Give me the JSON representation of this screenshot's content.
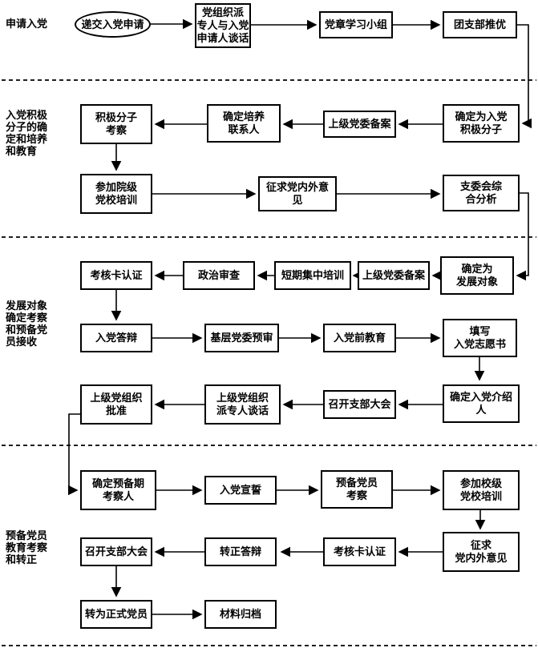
{
  "diagram": {
    "accent_color": "#000000",
    "background_color": "#ffffff",
    "sections": [
      {
        "label": "申请入党"
      },
      {
        "label": "入党积极\n分子的确\n定和培养\n和教育"
      },
      {
        "label": "发展对象\n确定考察\n和预备党\n员接收"
      },
      {
        "label": "预备党员\n教育考察\n和转正"
      }
    ],
    "nodes": [
      {
        "id": "start",
        "shape": "ellipse",
        "label": "递交入党申请"
      },
      {
        "id": "org-talk",
        "shape": "rect",
        "label": "党组织派\n专人与入党\n申请人谈话"
      },
      {
        "id": "constitution-study-group",
        "shape": "rect",
        "label": "党章学习小组"
      },
      {
        "id": "league-recommendation",
        "shape": "rect",
        "label": "团支部推优"
      },
      {
        "id": "activist-inspection",
        "shape": "rect",
        "label": "积极分子\n考察"
      },
      {
        "id": "training-contact",
        "shape": "rect",
        "label": "确定培养\n联系人"
      },
      {
        "id": "committee-filing-1",
        "shape": "rect",
        "label": "上级党委备案"
      },
      {
        "id": "confirm-activist",
        "shape": "rect",
        "label": "确定为入党\n积极分子"
      },
      {
        "id": "college-party-school",
        "shape": "rect",
        "label": "参加院级\n党校培训"
      },
      {
        "id": "solicit-opinions-1",
        "shape": "rect",
        "label": "征求党内外意\n见"
      },
      {
        "id": "branch-committee-analysis",
        "shape": "rect",
        "label": "支委会综\n合分析"
      },
      {
        "id": "assessment-card-1",
        "shape": "rect",
        "label": "考核卡认证"
      },
      {
        "id": "political-review",
        "shape": "rect",
        "label": "政治审查"
      },
      {
        "id": "short-term-training",
        "shape": "rect",
        "label": "短期集中培训"
      },
      {
        "id": "committee-filing-2",
        "shape": "rect",
        "label": "上级党委备案"
      },
      {
        "id": "confirm-development-object",
        "shape": "rect",
        "label": "确定为\n发展对象"
      },
      {
        "id": "admission-defense",
        "shape": "rect",
        "label": "入党答辩"
      },
      {
        "id": "grassroots-preliminary-review",
        "shape": "rect",
        "label": "基层党委预审"
      },
      {
        "id": "pre-admission-education",
        "shape": "rect",
        "label": "入党前教育"
      },
      {
        "id": "fill-application-form",
        "shape": "rect",
        "label": "填写\n入党志愿书"
      },
      {
        "id": "higher-org-approval",
        "shape": "rect",
        "label": "上级党组织\n批准"
      },
      {
        "id": "higher-org-talk",
        "shape": "rect",
        "label": "上级党组织\n派专人谈话"
      },
      {
        "id": "branch-meeting-1",
        "shape": "rect",
        "label": "召开支部大会"
      },
      {
        "id": "confirm-introducer",
        "shape": "rect",
        "label": "确定入党介绍\n人"
      },
      {
        "id": "probation-examiner",
        "shape": "rect",
        "label": "确定预备期\n考察人"
      },
      {
        "id": "oath",
        "shape": "rect",
        "label": "入党宣誓"
      },
      {
        "id": "probationary-inspection",
        "shape": "rect",
        "label": "预备党员\n考察"
      },
      {
        "id": "university-party-school",
        "shape": "rect",
        "label": "参加校级\n党校培训"
      },
      {
        "id": "branch-meeting-2",
        "shape": "rect",
        "label": "召开支部大会"
      },
      {
        "id": "confirmation-defense",
        "shape": "rect",
        "label": "转正答辩"
      },
      {
        "id": "assessment-card-2",
        "shape": "rect",
        "label": "考核卡认证"
      },
      {
        "id": "solicit-opinions-2",
        "shape": "rect",
        "label": "征求\n党内外意见"
      },
      {
        "id": "full-member",
        "shape": "rect",
        "label": "转为正式党员"
      },
      {
        "id": "archive",
        "shape": "rect",
        "label": "材料归档"
      }
    ],
    "edges": [
      [
        0,
        1
      ],
      [
        1,
        2
      ],
      [
        2,
        3
      ],
      [
        3,
        7
      ],
      [
        7,
        6
      ],
      [
        6,
        5
      ],
      [
        5,
        4
      ],
      [
        4,
        8
      ],
      [
        8,
        9
      ],
      [
        9,
        10
      ],
      [
        10,
        15
      ],
      [
        15,
        14
      ],
      [
        14,
        13
      ],
      [
        13,
        12
      ],
      [
        12,
        11
      ],
      [
        11,
        16
      ],
      [
        16,
        17
      ],
      [
        17,
        18
      ],
      [
        18,
        19
      ],
      [
        19,
        23
      ],
      [
        23,
        22
      ],
      [
        22,
        21
      ],
      [
        21,
        20
      ],
      [
        20,
        24
      ],
      [
        24,
        25
      ],
      [
        25,
        26
      ],
      [
        26,
        27
      ],
      [
        27,
        31
      ],
      [
        31,
        30
      ],
      [
        30,
        29
      ],
      [
        29,
        28
      ],
      [
        28,
        32
      ],
      [
        32,
        33
      ]
    ]
  }
}
